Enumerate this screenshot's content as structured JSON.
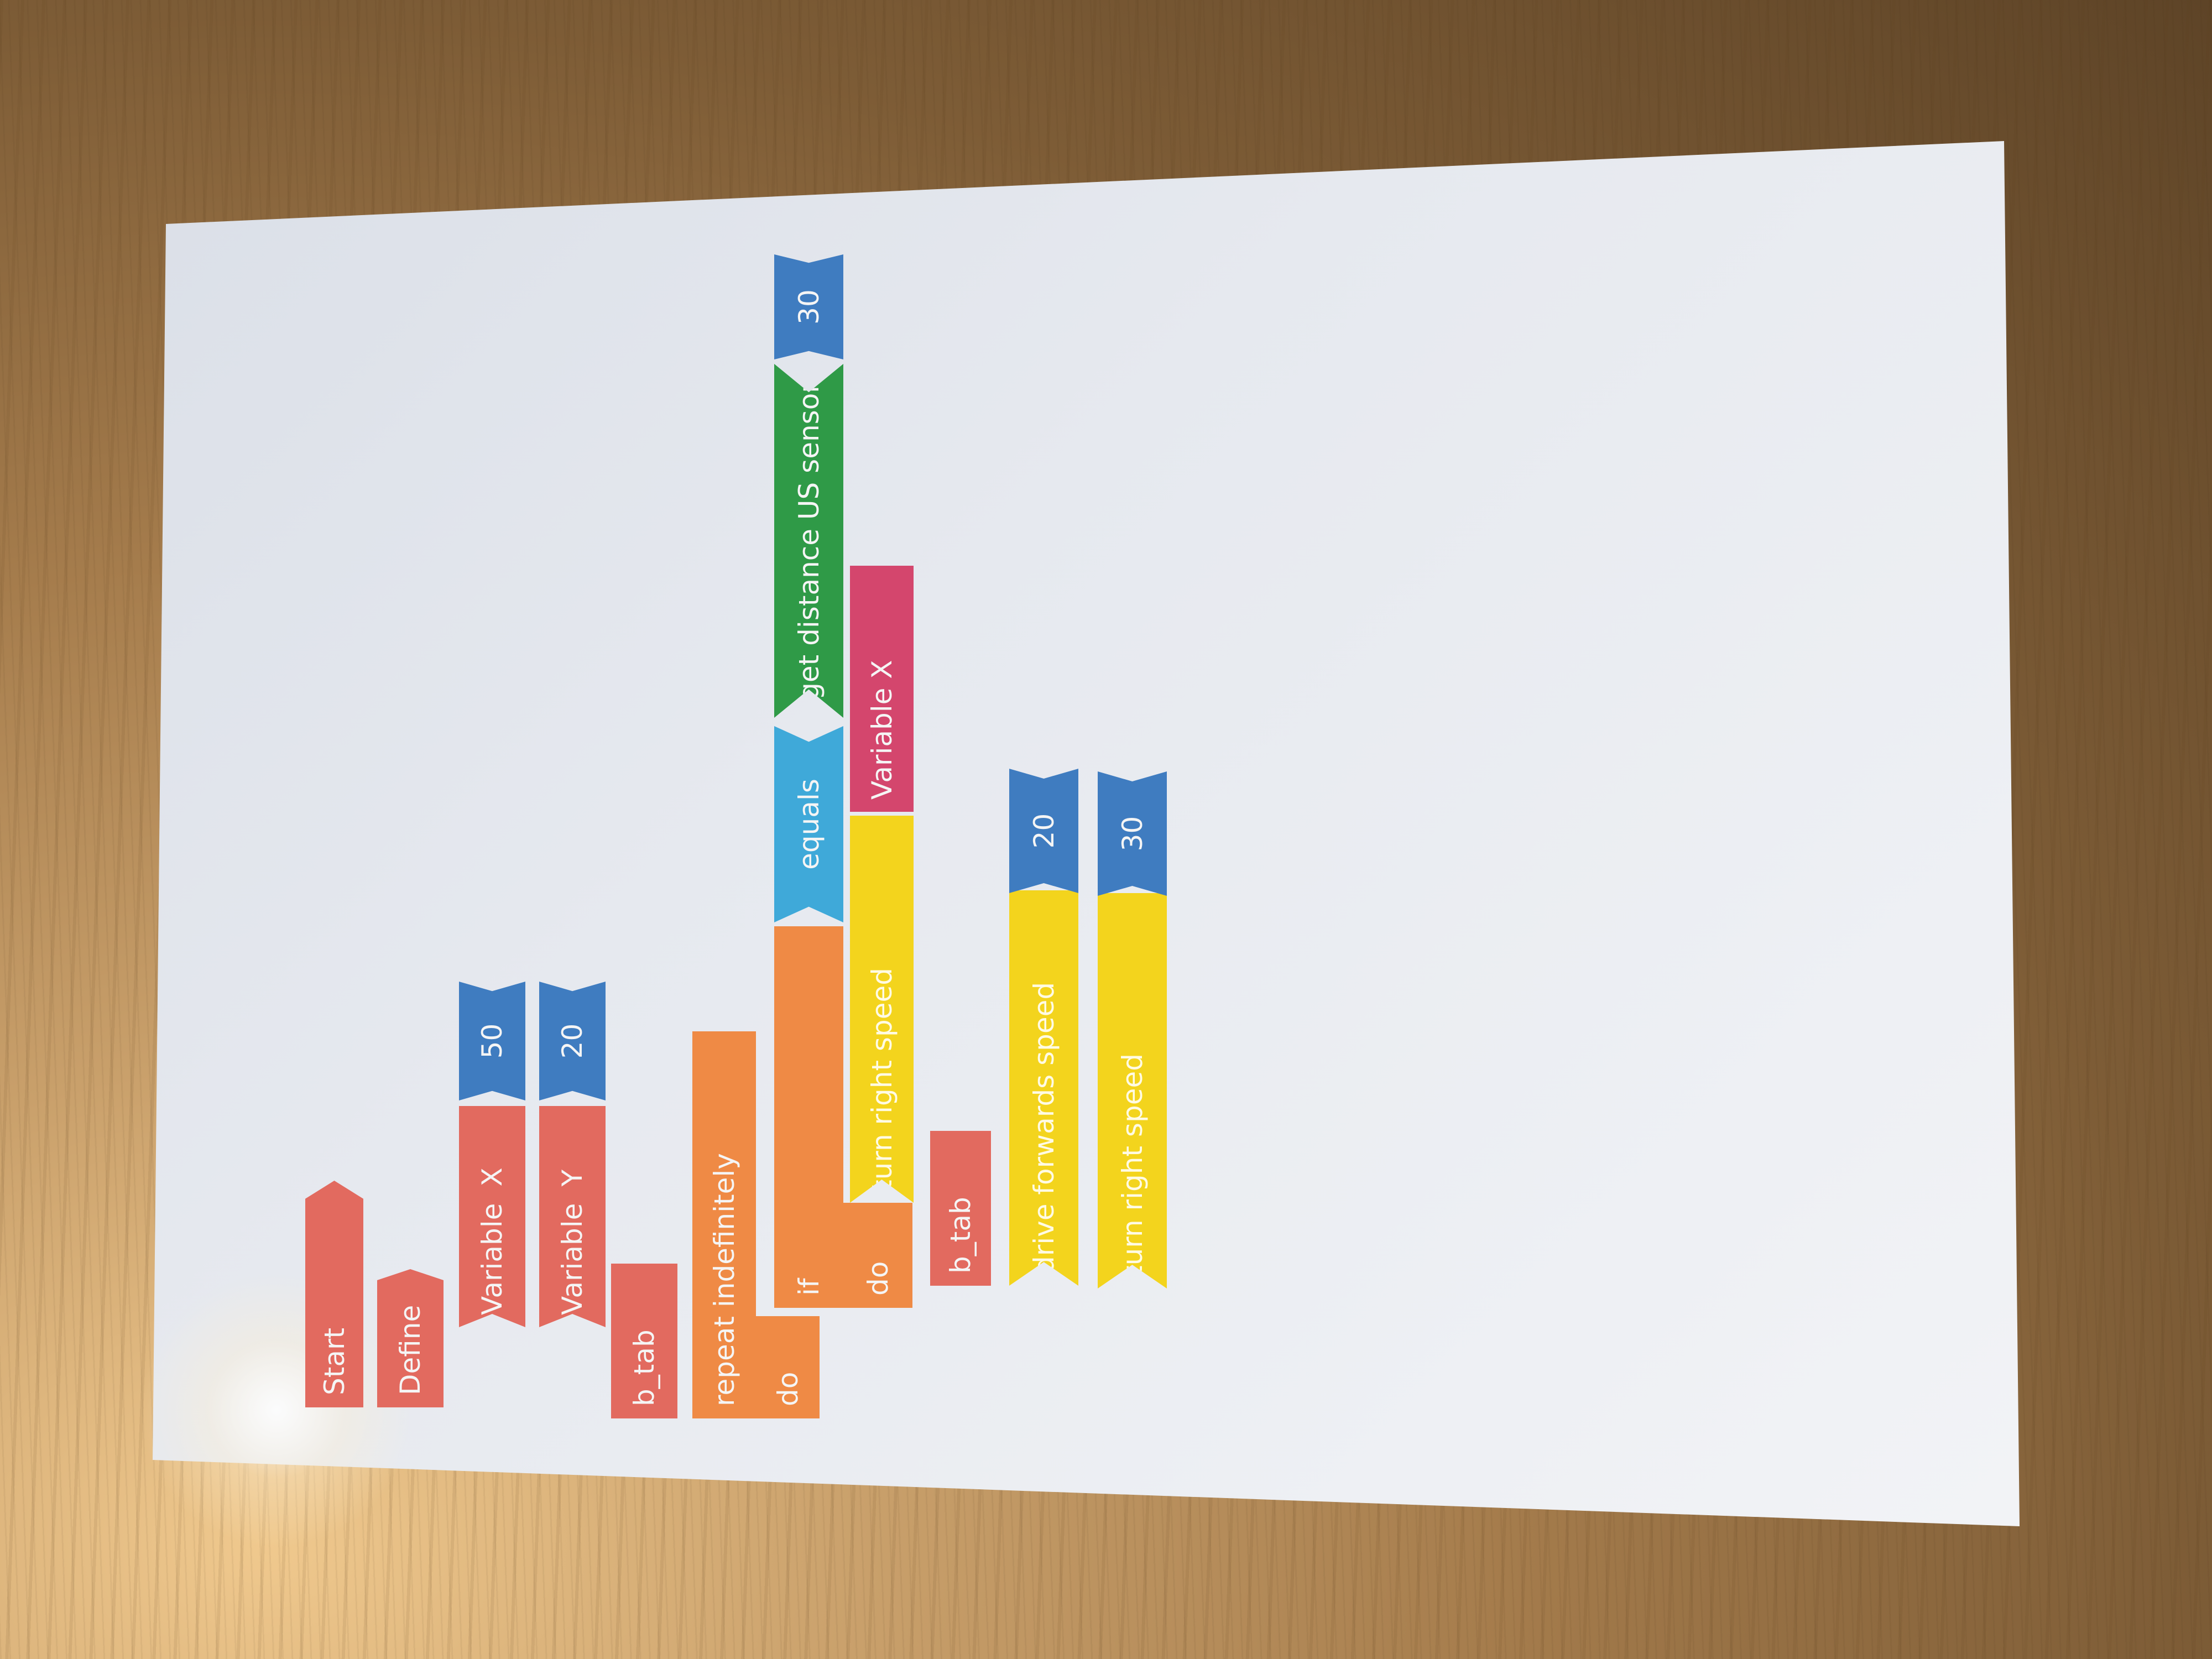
{
  "scene": {
    "background": "wooden-table",
    "colors": {
      "red": "#e26a5f",
      "orange": "#ef8a45",
      "blue": "#3f7cc0",
      "light_blue": "#3fa9d9",
      "green": "#2f9a47",
      "pink": "#d4466d",
      "yellow": "#f3d41d"
    }
  },
  "blocks": {
    "start": "Start",
    "define": "Define",
    "variable_x": {
      "label": "Variable",
      "name": "X",
      "value": "50"
    },
    "variable_y": {
      "label": "Variable",
      "name": "Y",
      "value": "20"
    },
    "b_tab_1": "b_tab",
    "repeat": {
      "label": "repeat indefinitely",
      "do": "do"
    },
    "if_block": {
      "if": "if",
      "do": "do"
    },
    "equals": "equals",
    "sensor": "get distance US sensor",
    "sensor_value": "30",
    "variable_x_ref": "Variable X",
    "turn_right_1": "turn right speed",
    "b_tab_2": "b_tab",
    "drive_forwards": {
      "label": "drive forwards speed",
      "value": "20"
    },
    "turn_right_2": {
      "label": "turn right speed",
      "value": "30"
    }
  }
}
